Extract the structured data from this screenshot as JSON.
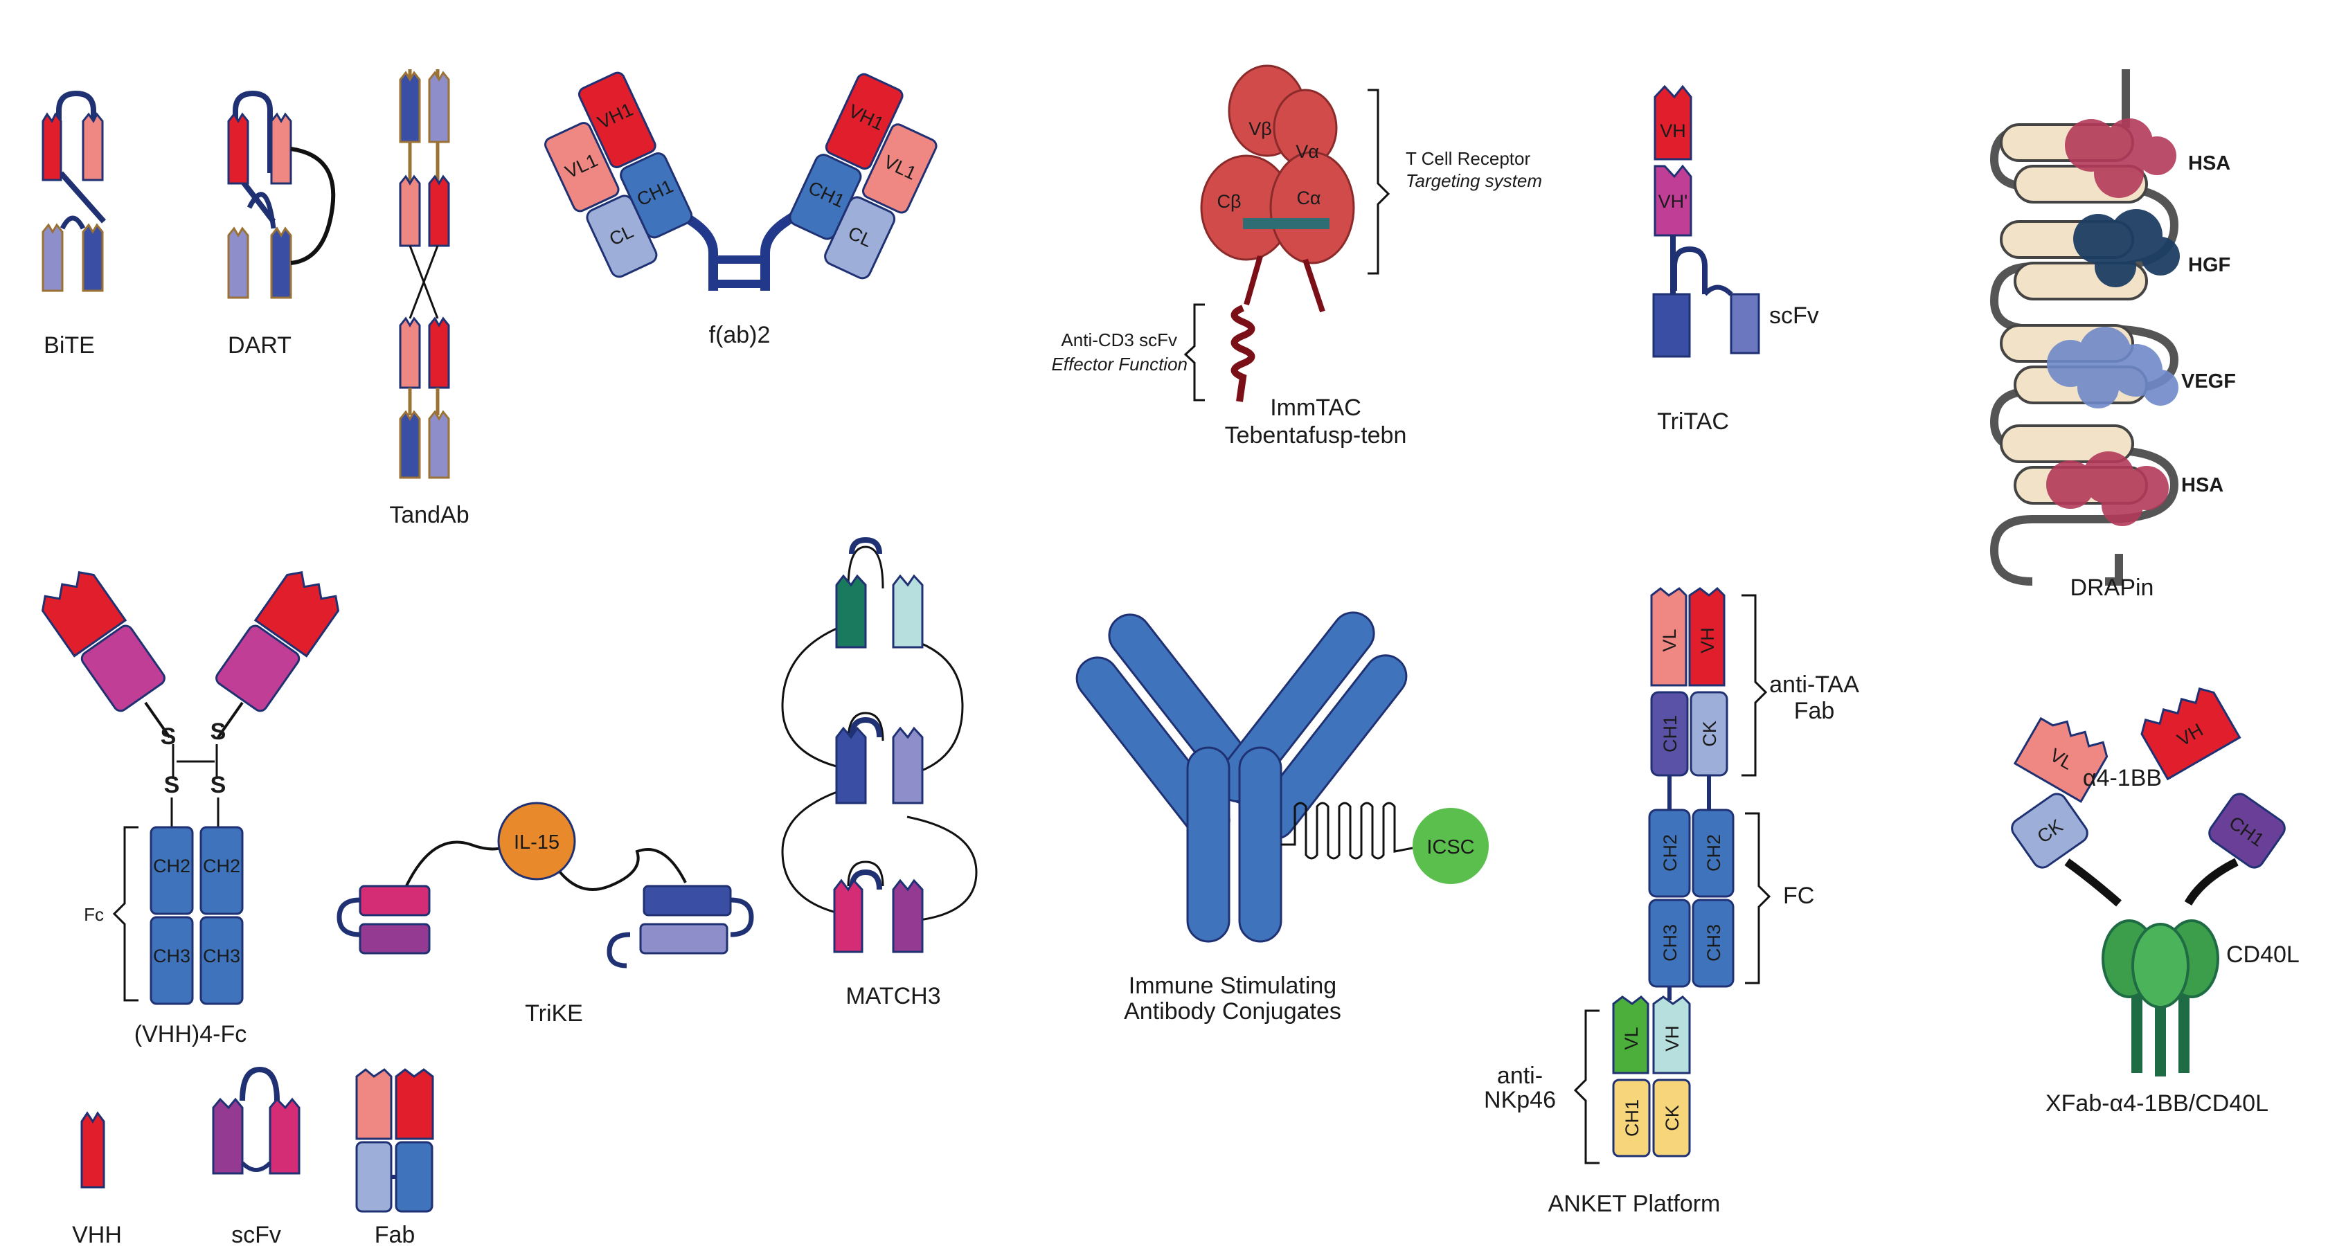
{
  "labels": {
    "bite": "BiTE",
    "dart": "DART",
    "tandab": "TandAb",
    "fab2": "f(ab)2",
    "immtac_1": "ImmTAC",
    "immtac_2": "Tebentafusp-tebn",
    "tcr_1": "T Cell Receptor",
    "tcr_2": "Targeting system",
    "cd3_1": "Anti-CD3 scFv",
    "cd3_2": "Effector Function",
    "tritac": "TriTAC",
    "tritac_scfv": "scFv",
    "drapin": "DRAPin",
    "hsa": "HSA",
    "hgf": "HGF",
    "vegf": "VEGF",
    "vhh4fc": "(VHH)4-Fc",
    "fc": "Fc",
    "trike": "TriKE",
    "il15": "IL-15",
    "match3": "MATCH3",
    "isac_1": "Immune Stimulating",
    "isac_2": "Antibody Conjugates",
    "icsc": "ICSC",
    "anket": "ANKET Platform",
    "anti_taa_1": "anti-TAA",
    "anti_taa_2": "Fab",
    "fc_upper": "FC",
    "nkp46_1": "anti-",
    "nkp46_2": "NKp46",
    "xfab": "XFab-α4-1BB/CD40L",
    "a41bb": "α4-1BB",
    "cd40l": "CD40L",
    "vhh": "VHH",
    "scfv": "scFv",
    "fab": "Fab",
    "s": "S"
  },
  "domain_labels": {
    "vl1": "VL1",
    "vh1": "VH1",
    "cl": "CL",
    "ch1": "CH1",
    "vb": "Vβ",
    "va": "Vα",
    "cb": "Cβ",
    "ca": "Cα",
    "vh": "VH",
    "vh_prime": "VH'",
    "vl": "VL",
    "ch2": "CH2",
    "ch3": "CH3",
    "ck": "CK"
  },
  "colors": {
    "red": "#e11e2b",
    "salmon": "#ef8783",
    "darkblue": "#3a4ea3",
    "lavender": "#8e8fca",
    "blue": "#3f74bd",
    "lightblue": "#9daed8",
    "magenta": "#c13e96",
    "teal": "#1a7a5e",
    "mint": "#b7dfdd",
    "purple": "#6a3f98",
    "green": "#4caf3c",
    "yellow": "#f6d57b",
    "orange": "#e88a2c",
    "tcr": "#d14b4b",
    "wine": "#7b0f18",
    "drapin_bead": "#f2e3c8",
    "hsa": "#b33a5a",
    "hgf": "#1d3e63",
    "vegf": "#6f89c9",
    "icsc_green": "#5bbf4e",
    "cd40l_green": "#3c9e4a"
  }
}
